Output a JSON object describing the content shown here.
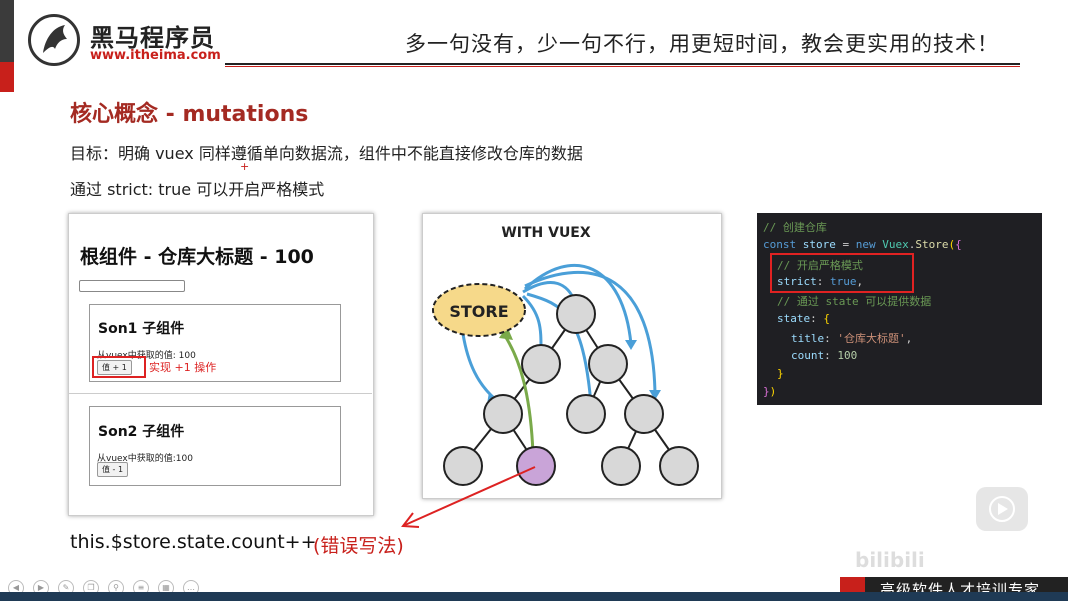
{
  "header": {
    "logo_name": "黑马程序员",
    "logo_url": "www.itheima.com",
    "slogan": "多一句没有，少一句不行，用更短时间，教会更实用的技术！"
  },
  "slide": {
    "title": "核心概念 - mutations",
    "goal": "目标：明确 vuex 同样遵循单向数据流，组件中不能直接修改仓库的数据",
    "strict_line": "通过  strict: true  可以开启严格模式",
    "plus_mark": "+"
  },
  "app_panel": {
    "title": "根组件 - 仓库大标题 - 100",
    "son1": {
      "title": "Son1 子组件",
      "text": "从vuex中获取的值: 100",
      "button": "值 + 1",
      "note": "实现 +1 操作"
    },
    "son2": {
      "title": "Son2 子组件",
      "text": "从vuex中获取的值:100",
      "button": "值 - 1"
    }
  },
  "diagram": {
    "title": "WITH VUEX",
    "store_label": "STORE"
  },
  "code": {
    "l1": "// 创建仓库",
    "l2_kw": "const",
    "l2_var": "store",
    "l2_eq": " = ",
    "l2_new": "new",
    "l2_cls": "Vuex",
    "l2_fn": "Store",
    "l3": "// 开启严格模式",
    "l4_key": "strict",
    "l4_val": "true",
    "l5": "// 通过 state 可以提供数据",
    "l6_key": "state",
    "l7_key": "title",
    "l7_val": "'仓库大标题'",
    "l8_key": "count",
    "l8_val": "100"
  },
  "bottom": {
    "wrong_code": "this.$store.state.count++",
    "wrong_note": "(错误写法)"
  },
  "footer": {
    "banner": "高级软件人才培训专家",
    "watermark": "bilibili"
  },
  "colors": {
    "accent_red": "#c8201b",
    "title_red": "#a42a22",
    "code_bg": "#1f1f23"
  }
}
